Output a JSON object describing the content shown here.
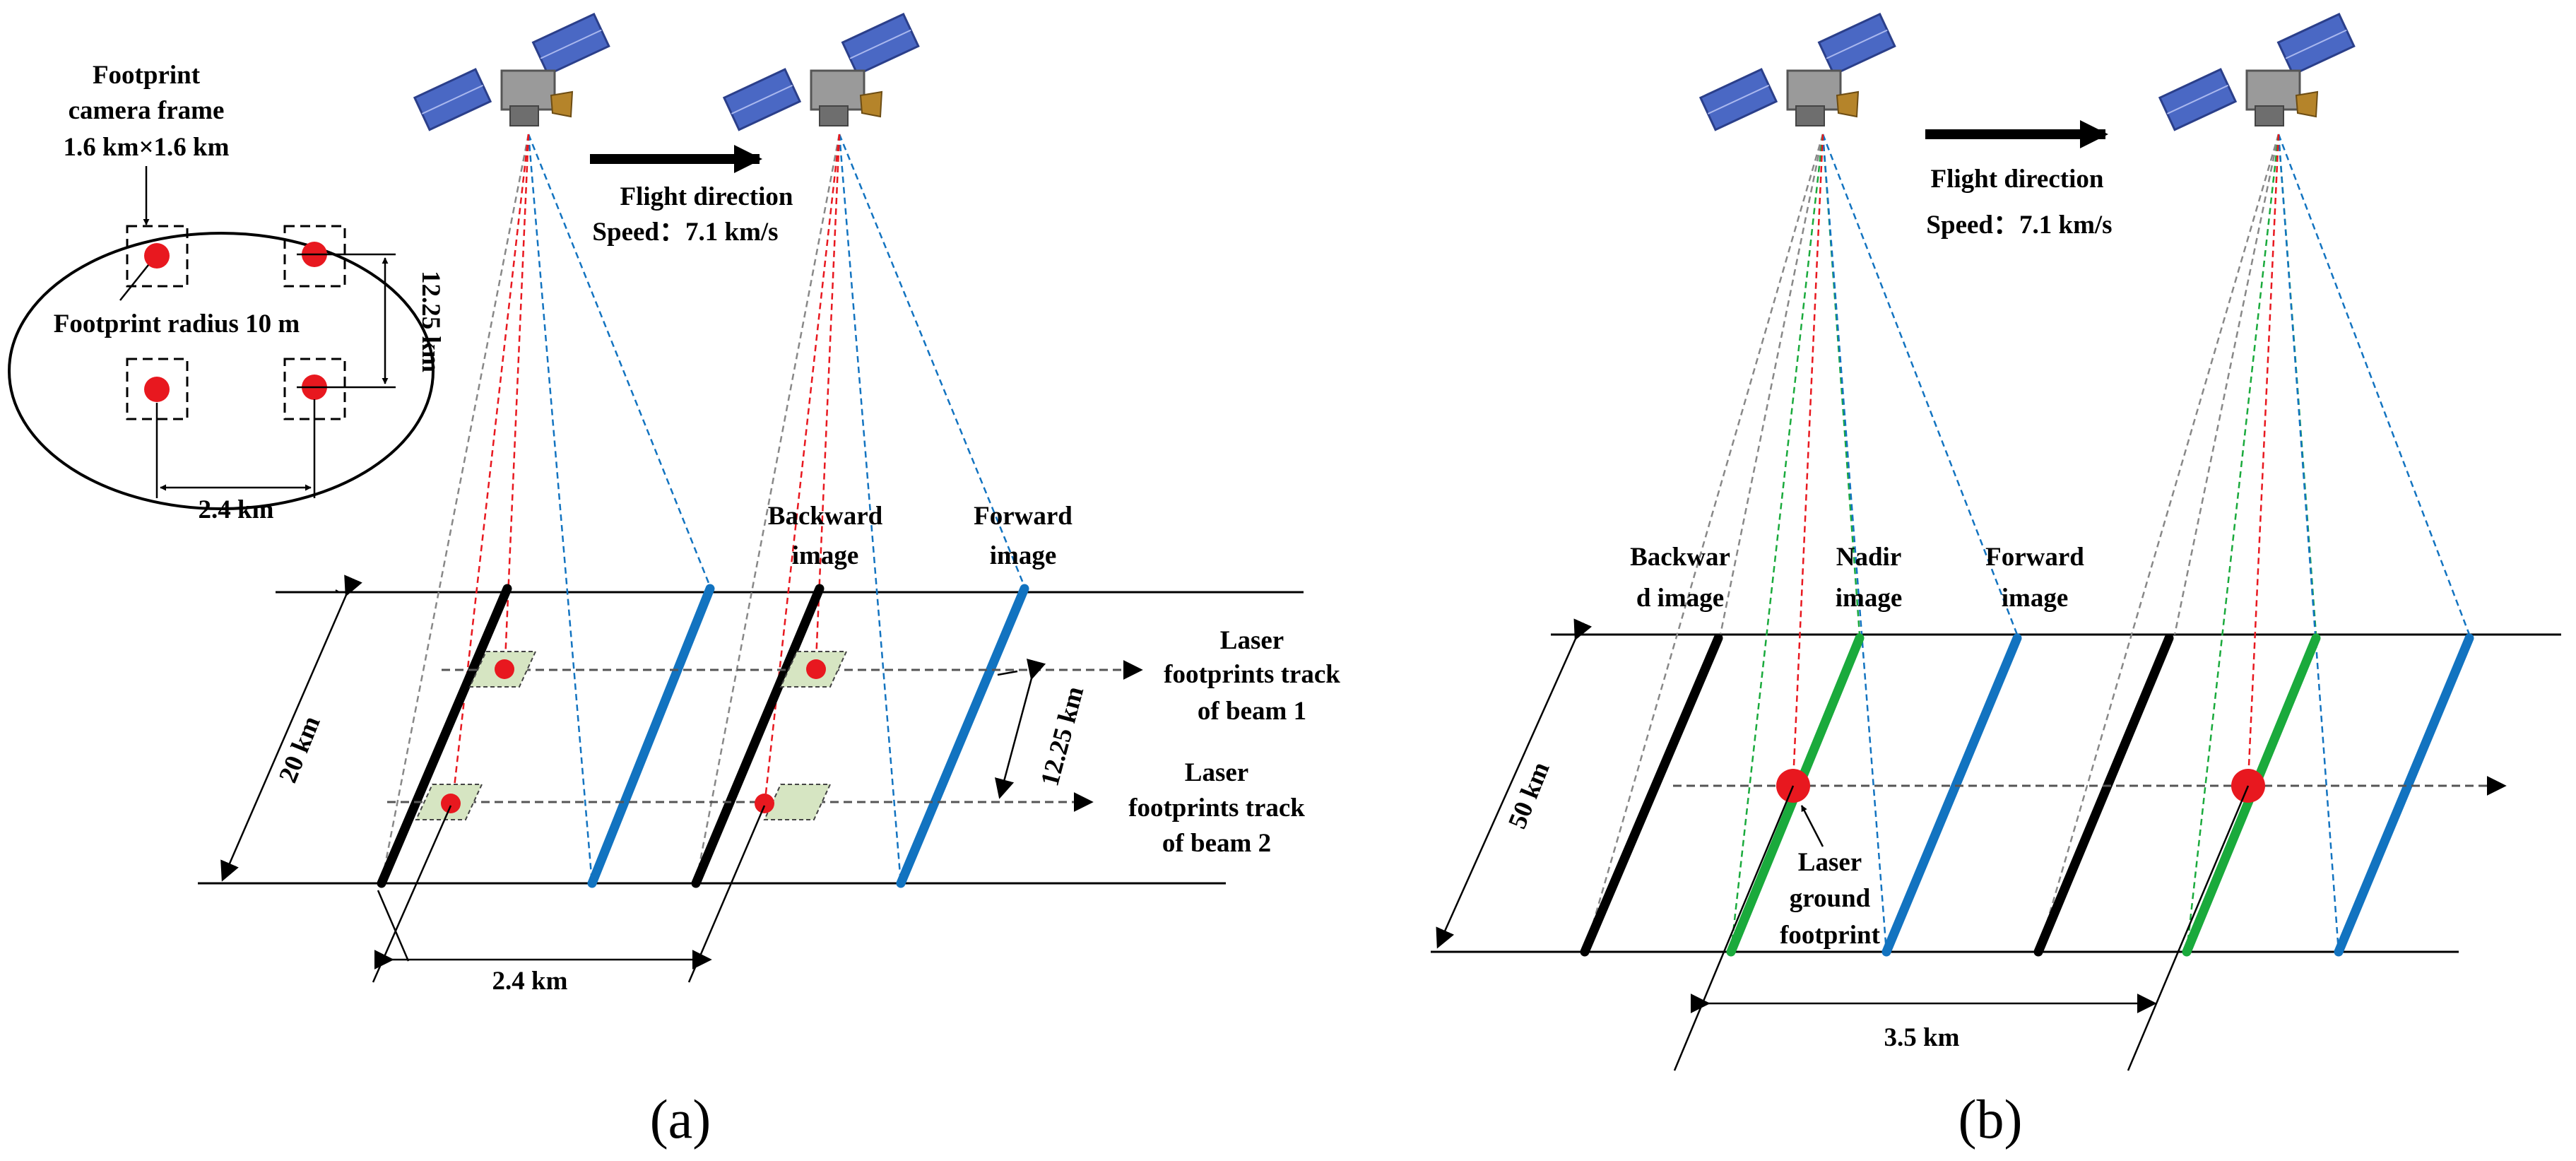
{
  "colors": {
    "laser": "#e8181f",
    "blue": "#1273c0",
    "green": "#1aaa3c",
    "black": "#000000",
    "footprint_fill": "#d6e5c2"
  },
  "icons": [
    "satellite-icon"
  ],
  "panel_a": {
    "inset": {
      "footprint_camera_frame": [
        "Footprint",
        "camera frame",
        "1.6 km×1.6 km"
      ],
      "footprint_radius": "Footprint radius 10 m",
      "spacing_vertical": "12.25 km",
      "spacing_horizontal": "2.4 km"
    },
    "flight": [
      "Flight direction",
      "Speed：7.1 km/s"
    ],
    "backward_image": [
      "Backward",
      "image"
    ],
    "forward_image": [
      "Forward",
      "image"
    ],
    "beam1": [
      "Laser",
      "footprints track",
      "of  beam 1"
    ],
    "beam2": [
      "Laser",
      "footprints track",
      "of  beam 2"
    ],
    "swath_width": "20 km",
    "track_spacing": "12.25 km",
    "along_track_spacing": "2.4 km",
    "caption": "(a)"
  },
  "panel_b": {
    "flight": [
      "Flight direction",
      "Speed：7.1 km/s"
    ],
    "backward_image": [
      "Backwar",
      "d image"
    ],
    "nadir_image": [
      "Nadir",
      "image"
    ],
    "forward_image": [
      "Forward",
      "image"
    ],
    "laser_footprint": [
      "Laser",
      "ground",
      "footprint"
    ],
    "swath_width": "50 km",
    "along_track_spacing": "3.5 km",
    "caption": "(b)"
  }
}
